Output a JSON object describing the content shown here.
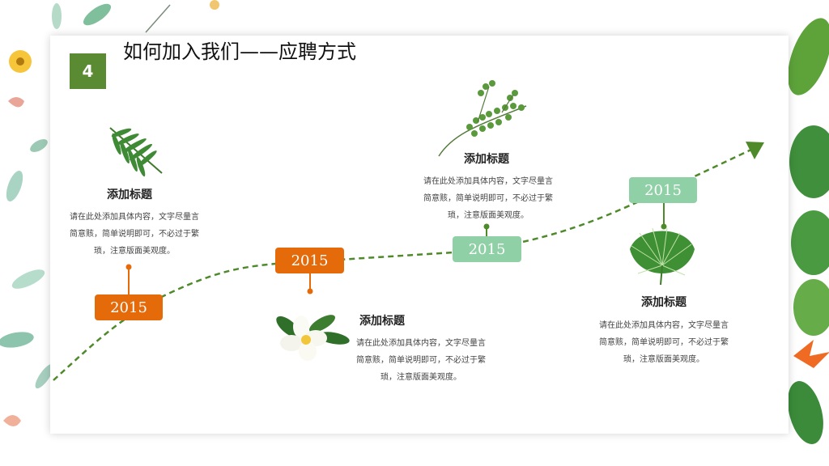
{
  "slide": {
    "number": "4",
    "title": "如何加入我们——应聘方式"
  },
  "timeline": [
    {
      "year": "2015",
      "title": "添加标题",
      "text": "请在此处添加具体内容，文字尽量言简意赅，简单说明即可，不必过于繁琐，注意版面美观度。",
      "color": "#e56a0a",
      "icon": "palm-leaf-icon"
    },
    {
      "year": "2015",
      "title": "添加标题",
      "text": "请在此处添加具体内容，文字尽量言简意赅，简单说明即可，不必过于繁琐，注意版面美观度。",
      "color": "#e56a0a",
      "icon": "white-flower-icon"
    },
    {
      "year": "2015",
      "title": "添加标题",
      "text": "请在此处添加具体内容，文字尽量言简意赅，简单说明即可，不必过于繁琐，注意版面美观度。",
      "color": "#8fd0a6",
      "icon": "fern-sprig-icon"
    },
    {
      "year": "2015",
      "title": "添加标题",
      "text": "请在此处添加具体内容，文字尽量言简意赅，简单说明即可，不必过于繁琐，注意版面美观度。",
      "color": "#8fd0a6",
      "icon": "fan-palm-icon"
    }
  ],
  "colors": {
    "badge": "#5a8a32",
    "line": "#4e8a2a",
    "orange": "#e56a0a",
    "mint": "#8fd0a6"
  }
}
